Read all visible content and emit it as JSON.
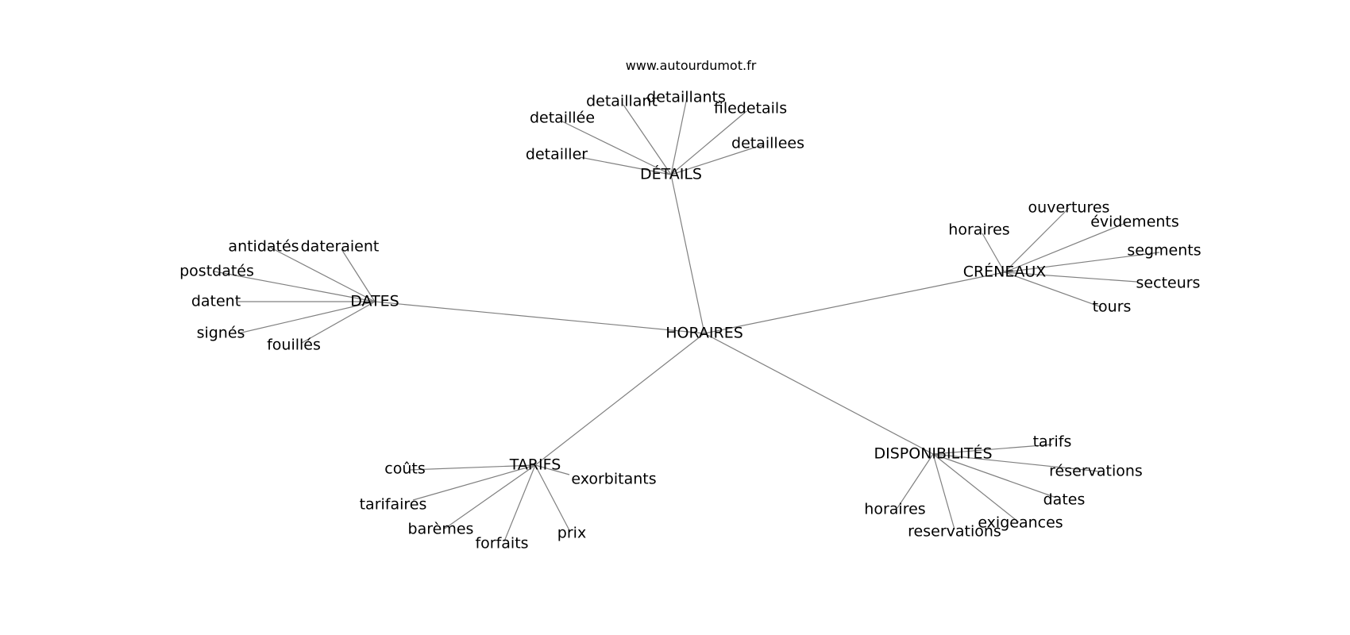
{
  "site": "www.autourdumot.fr",
  "center": "HORAIRES",
  "groups": [
    {
      "hub": "DÉTAILS",
      "leaves": [
        "detailler",
        "detaillée",
        "detaillant",
        "detaillants",
        "filedetails",
        "detaillees"
      ]
    },
    {
      "hub": "CRÉNEAUX",
      "leaves": [
        "horaires",
        "ouvertures",
        "évidements",
        "segments",
        "secteurs",
        "tours"
      ]
    },
    {
      "hub": "DATES",
      "leaves": [
        "antidatés",
        "dateraient",
        "postdatés",
        "datent",
        "signés",
        "fouillés"
      ]
    },
    {
      "hub": "TARIFS",
      "leaves": [
        "coûts",
        "tarifaires",
        "barèmes",
        "forfaits",
        "prix",
        "exorbitants"
      ]
    },
    {
      "hub": "DISPONIBILITÉS",
      "leaves": [
        "tarifs",
        "réservations",
        "dates",
        "exigeances",
        "reservations",
        "horaires"
      ]
    }
  ]
}
